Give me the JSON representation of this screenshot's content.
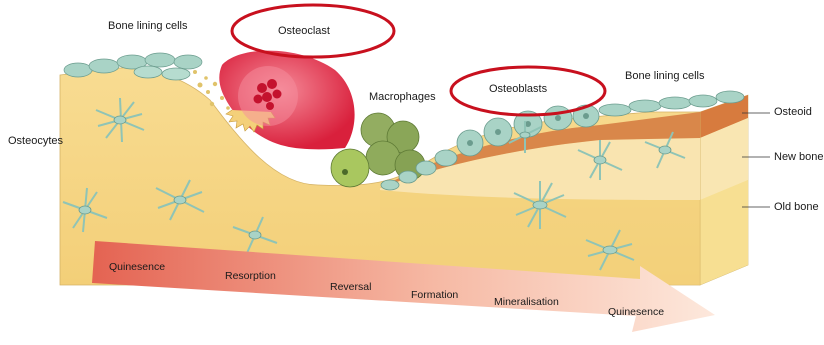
{
  "labels": {
    "bone_lining_cells_left": "Bone lining cells",
    "osteoclast": "Osteoclast",
    "macrophages": "Macrophages",
    "osteoblasts": "Osteoblasts",
    "bone_lining_cells_right": "Bone lining cells",
    "osteocytes": "Osteocytes",
    "osteoid": "Osteoid",
    "new_bone": "New bone",
    "old_bone": "Old bone"
  },
  "phases": [
    "Quinesence",
    "Resorption",
    "Reversal",
    "Formation",
    "Mineralisation",
    "Quinesence"
  ],
  "colors": {
    "highlight_ring": "#c8101e",
    "old_bone": "#f6dc8a",
    "new_bone": "#f7e2a6",
    "osteoid": "#d9874a",
    "bone_face": "#fbe7a4",
    "lining_cell": "#a9d3c6",
    "osteoclast": "#e63a52",
    "macrophage": "#8fab5c",
    "arrow_start": "#e66a55",
    "arrow_end": "#fde5d8"
  }
}
